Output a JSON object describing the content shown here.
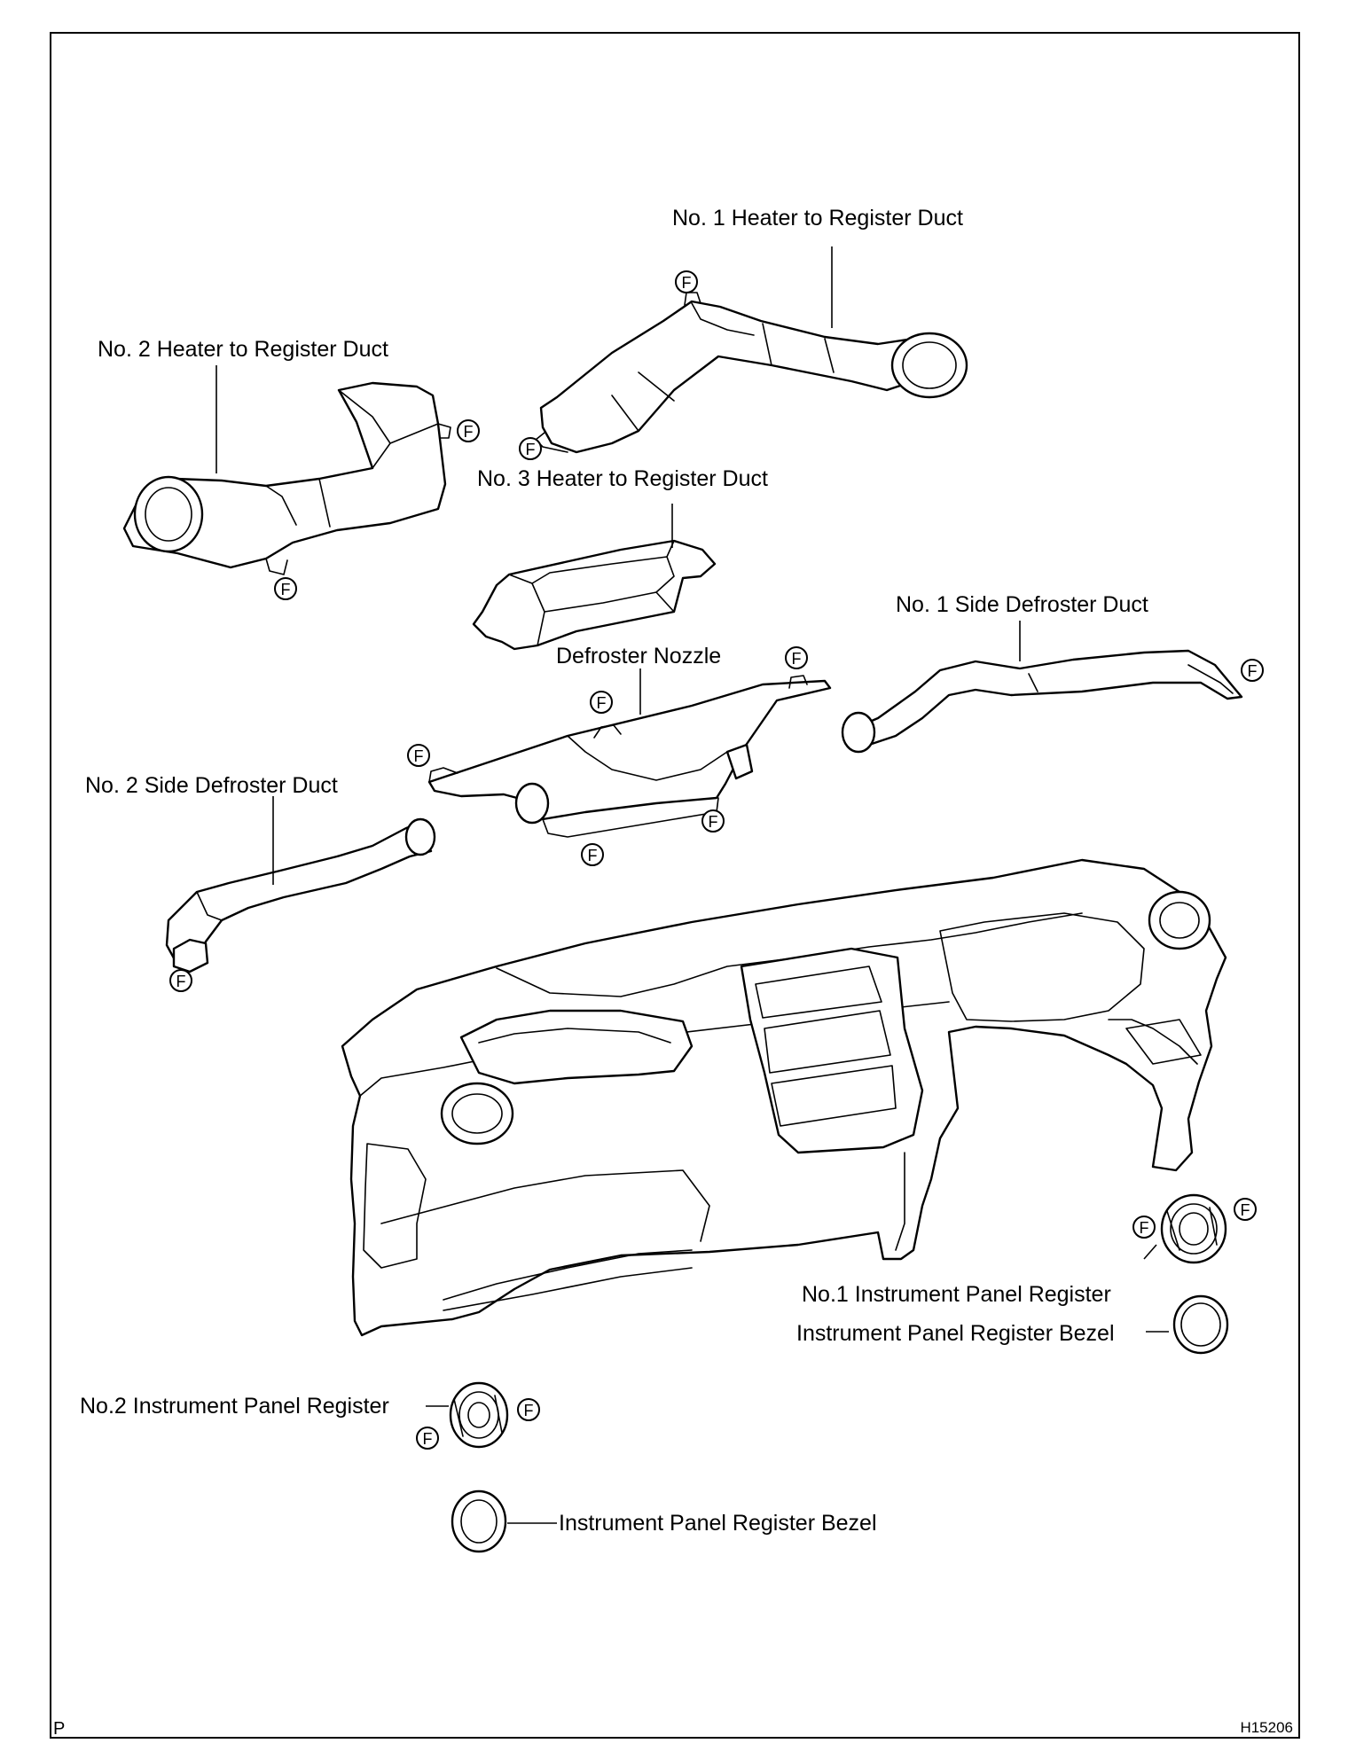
{
  "labels": {
    "no1_heater_duct": "No. 1 Heater to Register Duct",
    "no2_heater_duct": "No. 2 Heater to Register Duct",
    "no3_heater_duct": "No. 3 Heater to Register Duct",
    "no1_side_defroster": "No. 1 Side Defroster Duct",
    "defroster_nozzle": "Defroster Nozzle",
    "no2_side_defroster": "No. 2 Side Defroster Duct",
    "no1_panel_register": "No.1 Instrument Panel Register",
    "panel_register_bezel_right": "Instrument Panel Register Bezel",
    "no2_panel_register": "No.2 Instrument Panel Register",
    "panel_register_bezel_bottom": "Instrument Panel Register Bezel"
  },
  "fastener_symbol": "F",
  "corner": {
    "left": "P",
    "right": "H15206"
  }
}
